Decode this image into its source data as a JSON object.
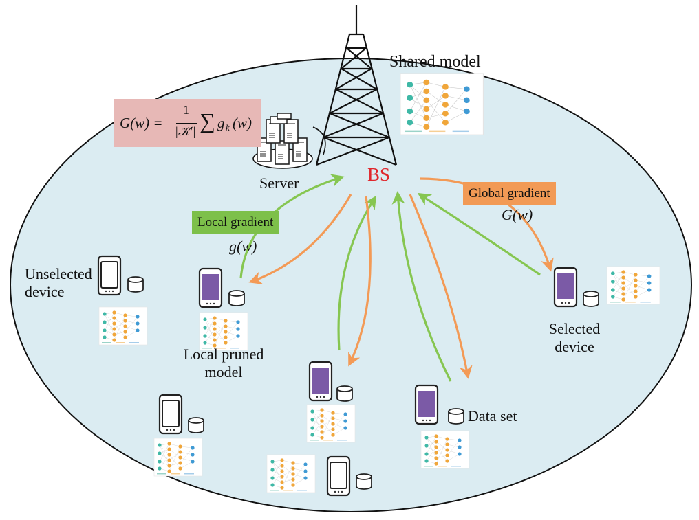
{
  "labels": {
    "shared_model": "Shared model",
    "server": "Server",
    "bs": "BS",
    "unselected_device": [
      "Unselected",
      "device"
    ],
    "selected_device": [
      "Selected",
      "device"
    ],
    "local_pruned_model": [
      "Local pruned",
      "model"
    ],
    "data_set": "Data set"
  },
  "badges": {
    "local_gradient": "Local gradient",
    "global_gradient": "Global gradient"
  },
  "math": {
    "g_w": "g(w)",
    "G_w": "G(w)",
    "formula_lhs": "G(w) =",
    "formula_num": "1",
    "formula_den": "|𝒦′|",
    "formula_sum": "∑",
    "formula_term": "g",
    "formula_sub": "k",
    "formula_arg": "(w)"
  },
  "colors": {
    "cell_fill": "#dbecf2",
    "green_arrow": "#86c651",
    "orange_arrow": "#f39a56",
    "bs_red": "#e0262c",
    "formula_bg": "#e7b8b6",
    "phone_selected": "#7b5aa6",
    "nn_input": "#3fb8a6",
    "nn_hidden": "#f0a63a",
    "nn_output": "#3f9ad4"
  }
}
